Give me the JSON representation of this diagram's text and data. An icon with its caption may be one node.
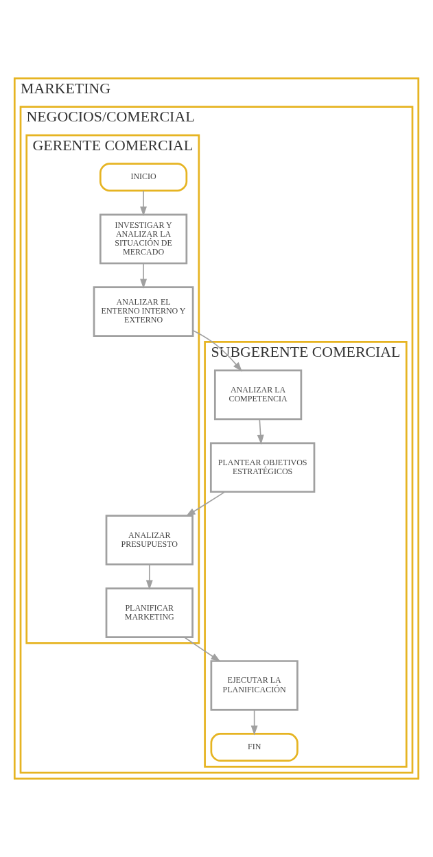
{
  "diagram": {
    "nodes": [
      {
        "text": [
          "MARKETING"
        ]
      },
      {
        "text": [
          "NEGOCIOS/COMERCIAL"
        ],
        "in": 0
      },
      {
        "text": [
          "GERENTE COMERCIAL"
        ],
        "in": 1
      },
      {
        "text": [
          "SUBGERENTE COMERCIAL"
        ],
        "in": 1
      },
      {
        "text": [
          "INICIO"
        ],
        "in": 2
      },
      {
        "text": [
          "INVESTIGAR Y ANALIZAR LA SITUACIÓN DE MERCADO"
        ],
        "in": 2
      },
      {
        "text": [
          "ANALIZAR EL ENTERNO INTERNO Y EXTERNO"
        ],
        "in": 2
      },
      {
        "text": [
          "ANALIZAR LA COMPETENCIA"
        ],
        "in": 3
      },
      {
        "text": [
          "PLANTEAR OBJETIVOS ESTRATÉGICOS"
        ],
        "in": 3
      },
      {
        "text": [
          "ANALIZAR PRESUPUESTO"
        ],
        "in": 2
      },
      {
        "text": [
          "PLANIFICAR MARKETING"
        ],
        "in": 2
      },
      {
        "text": [
          "EJECUTAR LA PLANIFICACIÓN"
        ],
        "in": 3
      },
      {
        "text": [
          "FIN"
        ],
        "in": 3
      }
    ],
    "edges": [
      {
        "from": 4,
        "to": 5,
        "arrow": "to"
      },
      {
        "from": 5,
        "to": 6,
        "arrow": "to"
      },
      {
        "from": 6,
        "to": 7,
        "arrow": "to"
      },
      {
        "from": 7,
        "to": 8,
        "arrow": "to"
      },
      {
        "from": 8,
        "to": 9,
        "arrow": "to"
      },
      {
        "from": 9,
        "to": 10,
        "arrow": "to"
      },
      {
        "from": 10,
        "to": 11,
        "arrow": "to"
      },
      {
        "from": 11,
        "to": 12,
        "arrow": "to"
      }
    ]
  }
}
